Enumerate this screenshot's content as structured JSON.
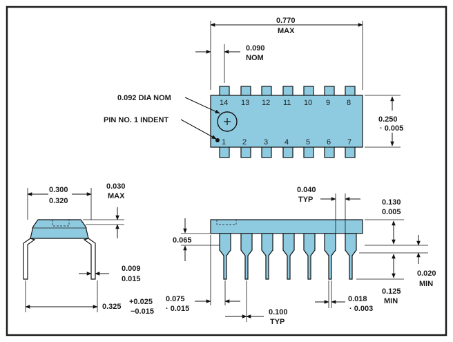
{
  "colors": {
    "package": "#8fcbe0",
    "ink": "#111111",
    "border": "#1a1a1a"
  },
  "top_view": {
    "pins_top": [
      "14",
      "13",
      "12",
      "11",
      "10",
      "9",
      "8"
    ],
    "pins_bottom": [
      "1",
      "2",
      "3",
      "4",
      "5",
      "6",
      "7"
    ],
    "overall_length": [
      "0.770",
      "MAX"
    ],
    "pin_offset": [
      "0.090",
      "NOM"
    ],
    "dia_label": "0.092 DIA NOM",
    "indent_label": "PIN NO. 1 INDENT",
    "body_width": [
      "0.250",
      "· 0.005"
    ]
  },
  "end_view": {
    "width": [
      "0.300",
      "0.320"
    ],
    "top_gap": [
      "0.030",
      "MAX"
    ],
    "lead_thickness": [
      "0.009",
      "0.015"
    ],
    "lead_spread": "0.325",
    "lead_spread_tol": [
      "+0.025",
      "−0.015"
    ]
  },
  "side_view": {
    "lead_width": [
      "0.040",
      "TYP"
    ],
    "height": [
      "0.130",
      "0.005"
    ],
    "shoulder": "0.065",
    "seating": [
      "0.020",
      "MIN"
    ],
    "lead_length": [
      "0.125",
      "MIN"
    ],
    "end_offset": [
      "0.075",
      "· 0.015"
    ],
    "pitch": [
      "0.100",
      "TYP"
    ],
    "tip_width": [
      "0.018",
      "· 0.003"
    ]
  }
}
